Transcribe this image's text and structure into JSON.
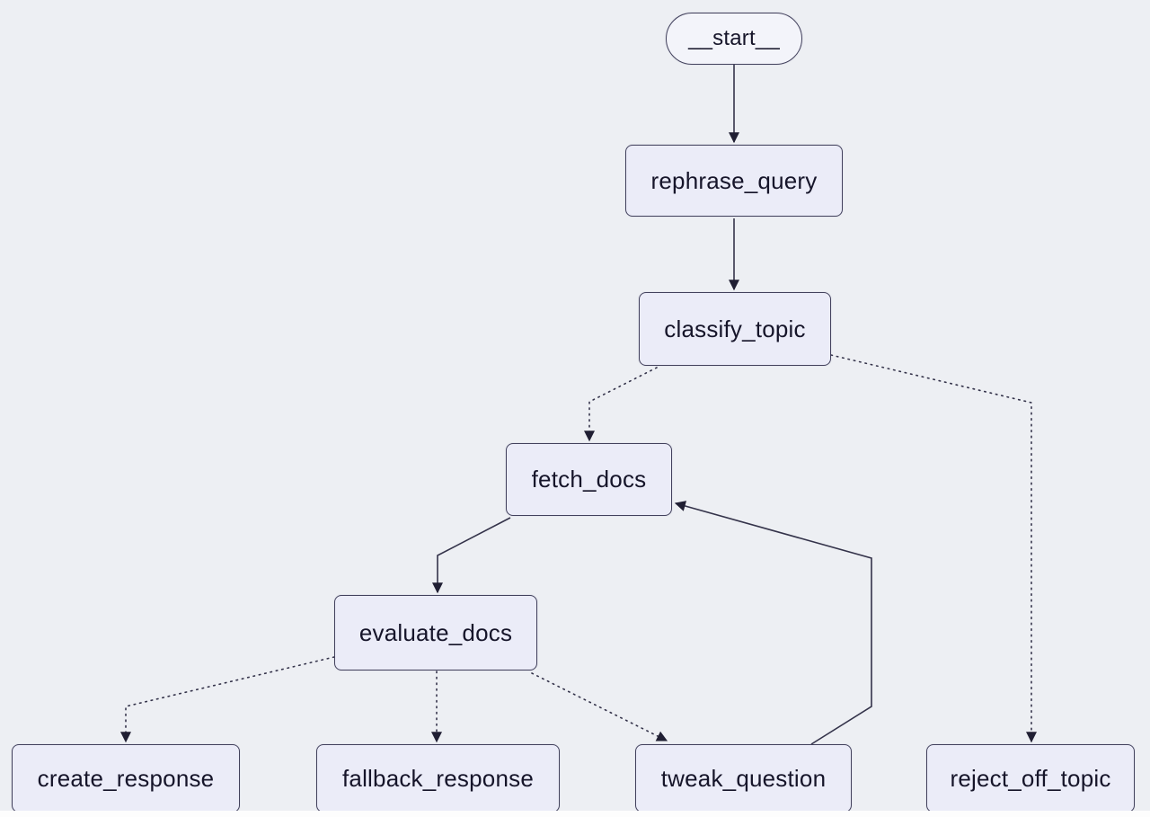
{
  "diagram": {
    "type": "flowchart",
    "colors": {
      "background": "#edeff3",
      "node_fill": "#ebecf8",
      "node_border": "#42415c",
      "edge": "#34334a",
      "arrowhead": "#201f33",
      "text": "#16152a"
    },
    "nodes": [
      {
        "id": "__start__",
        "label": "__start__",
        "shape": "pill"
      },
      {
        "id": "rephrase_query",
        "label": "rephrase_query",
        "shape": "rect"
      },
      {
        "id": "classify_topic",
        "label": "classify_topic",
        "shape": "rect"
      },
      {
        "id": "fetch_docs",
        "label": "fetch_docs",
        "shape": "rect"
      },
      {
        "id": "evaluate_docs",
        "label": "evaluate_docs",
        "shape": "rect"
      },
      {
        "id": "create_response",
        "label": "create_response",
        "shape": "rect"
      },
      {
        "id": "fallback_response",
        "label": "fallback_response",
        "shape": "rect"
      },
      {
        "id": "tweak_question",
        "label": "tweak_question",
        "shape": "rect"
      },
      {
        "id": "reject_off_topic",
        "label": "reject_off_topic",
        "shape": "rect"
      }
    ],
    "edges": [
      {
        "from": "__start__",
        "to": "rephrase_query",
        "style": "solid"
      },
      {
        "from": "rephrase_query",
        "to": "classify_topic",
        "style": "solid"
      },
      {
        "from": "classify_topic",
        "to": "fetch_docs",
        "style": "dotted"
      },
      {
        "from": "classify_topic",
        "to": "reject_off_topic",
        "style": "dotted"
      },
      {
        "from": "fetch_docs",
        "to": "evaluate_docs",
        "style": "solid"
      },
      {
        "from": "tweak_question",
        "to": "fetch_docs",
        "style": "solid"
      },
      {
        "from": "evaluate_docs",
        "to": "create_response",
        "style": "dotted"
      },
      {
        "from": "evaluate_docs",
        "to": "fallback_response",
        "style": "dotted"
      },
      {
        "from": "evaluate_docs",
        "to": "tweak_question",
        "style": "dotted"
      }
    ]
  }
}
